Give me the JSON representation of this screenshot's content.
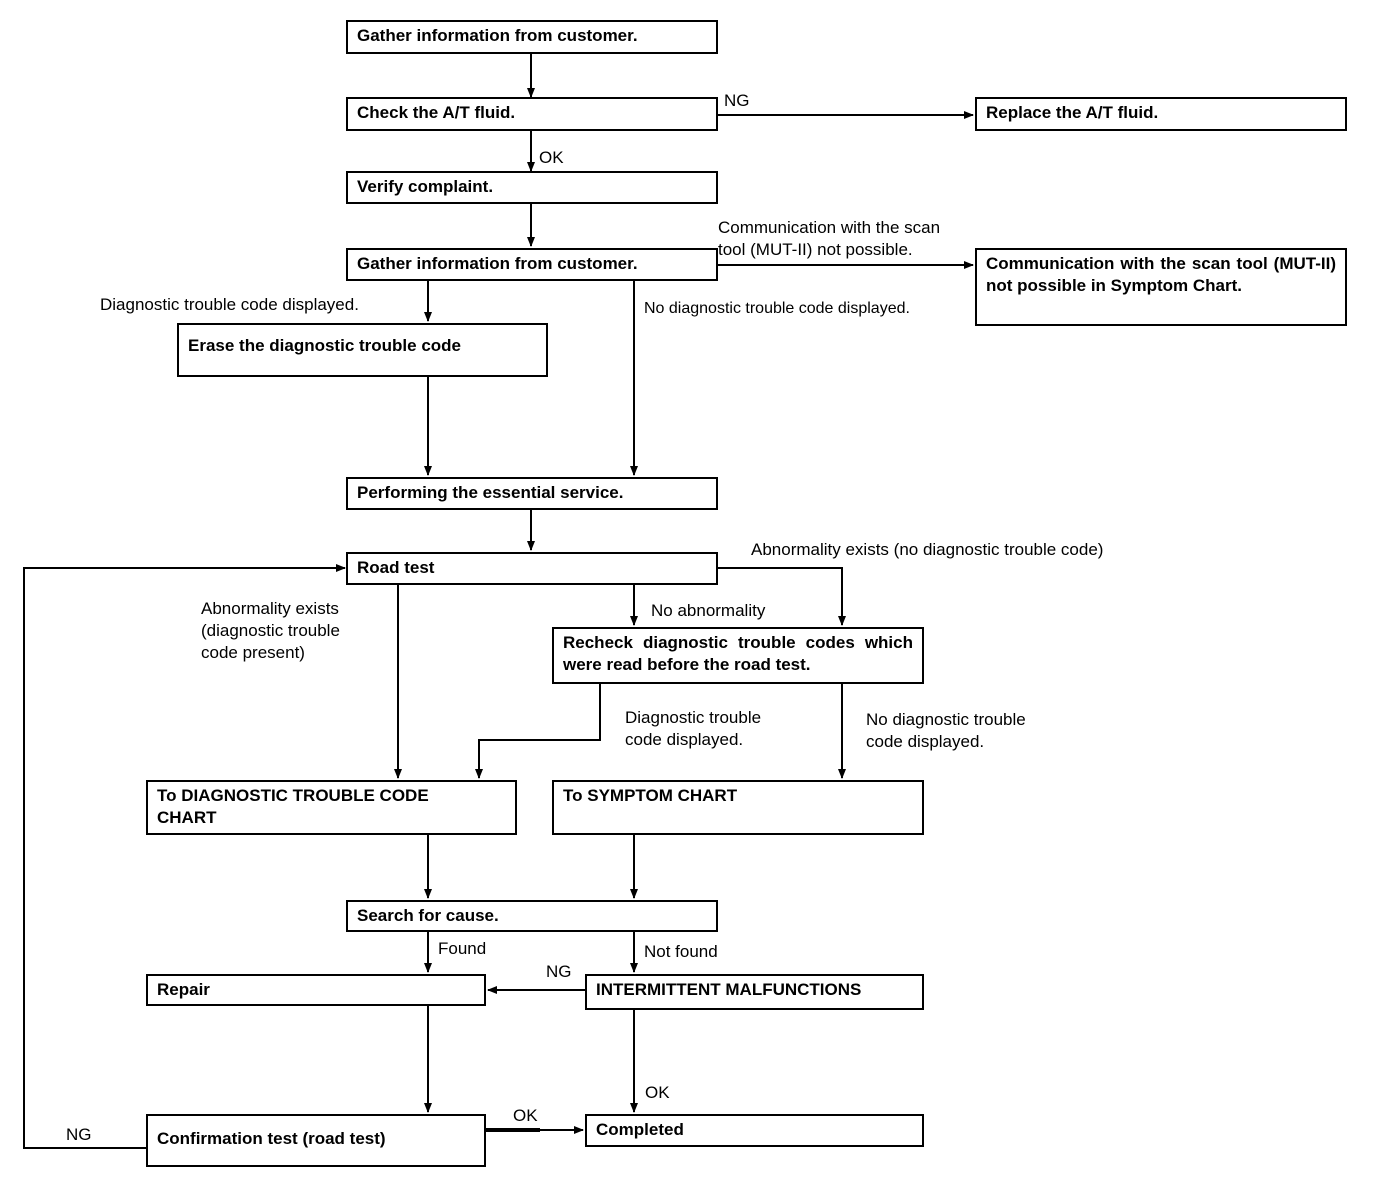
{
  "nodes": {
    "gather1": "Gather information from customer.",
    "check_fluid": "Check the A/T fluid.",
    "replace_fluid": "Replace the A/T fluid.",
    "verify": "Verify complaint.",
    "gather2": "Gather information from customer.",
    "comm_not_possible": "Communication with the scan tool (MUT-II) not possible in Symptom Chart.",
    "erase_dtc": "Erase the diagnostic trouble code",
    "essential_service": "Performing the essential service.",
    "road_test": "Road test",
    "recheck_dtc": "Recheck diagnostic trouble codes which were read before the road test.",
    "to_dtc_chart": "To DIAGNOSTIC TROUBLE CODE\nCHART",
    "to_symptom_chart": "To SYMPTOM CHART",
    "search_cause": "Search for cause.",
    "repair": "Repair",
    "intermittent": "INTERMITTENT MALFUNCTIONS",
    "confirmation_test": "Confirmation test (road test)",
    "completed": "Completed"
  },
  "labels": {
    "ng_fluid": "NG",
    "ok_fluid": "OK",
    "comm_edge": "Communication with the scan\ntool (MUT-II) not possible.",
    "dtc_displayed": "Diagnostic trouble code displayed.",
    "no_dtc_displayed": "No diagnostic trouble code displayed.",
    "abnormality_no_dtc": "Abnormality exists (no diagnostic trouble code)",
    "abnormality_dtc": "Abnormality exists\n(diagnostic trouble\ncode present)",
    "no_abnormality": "No abnormality",
    "recheck_dtc_displayed": "Diagnostic trouble\ncode displayed.",
    "recheck_no_dtc": "No diagnostic trouble\ncode displayed.",
    "found": "Found",
    "not_found": "Not found",
    "ng_intermittent": "NG",
    "ok_intermittent": "OK",
    "ok_confirm": "OK",
    "ng_confirm": "NG"
  }
}
